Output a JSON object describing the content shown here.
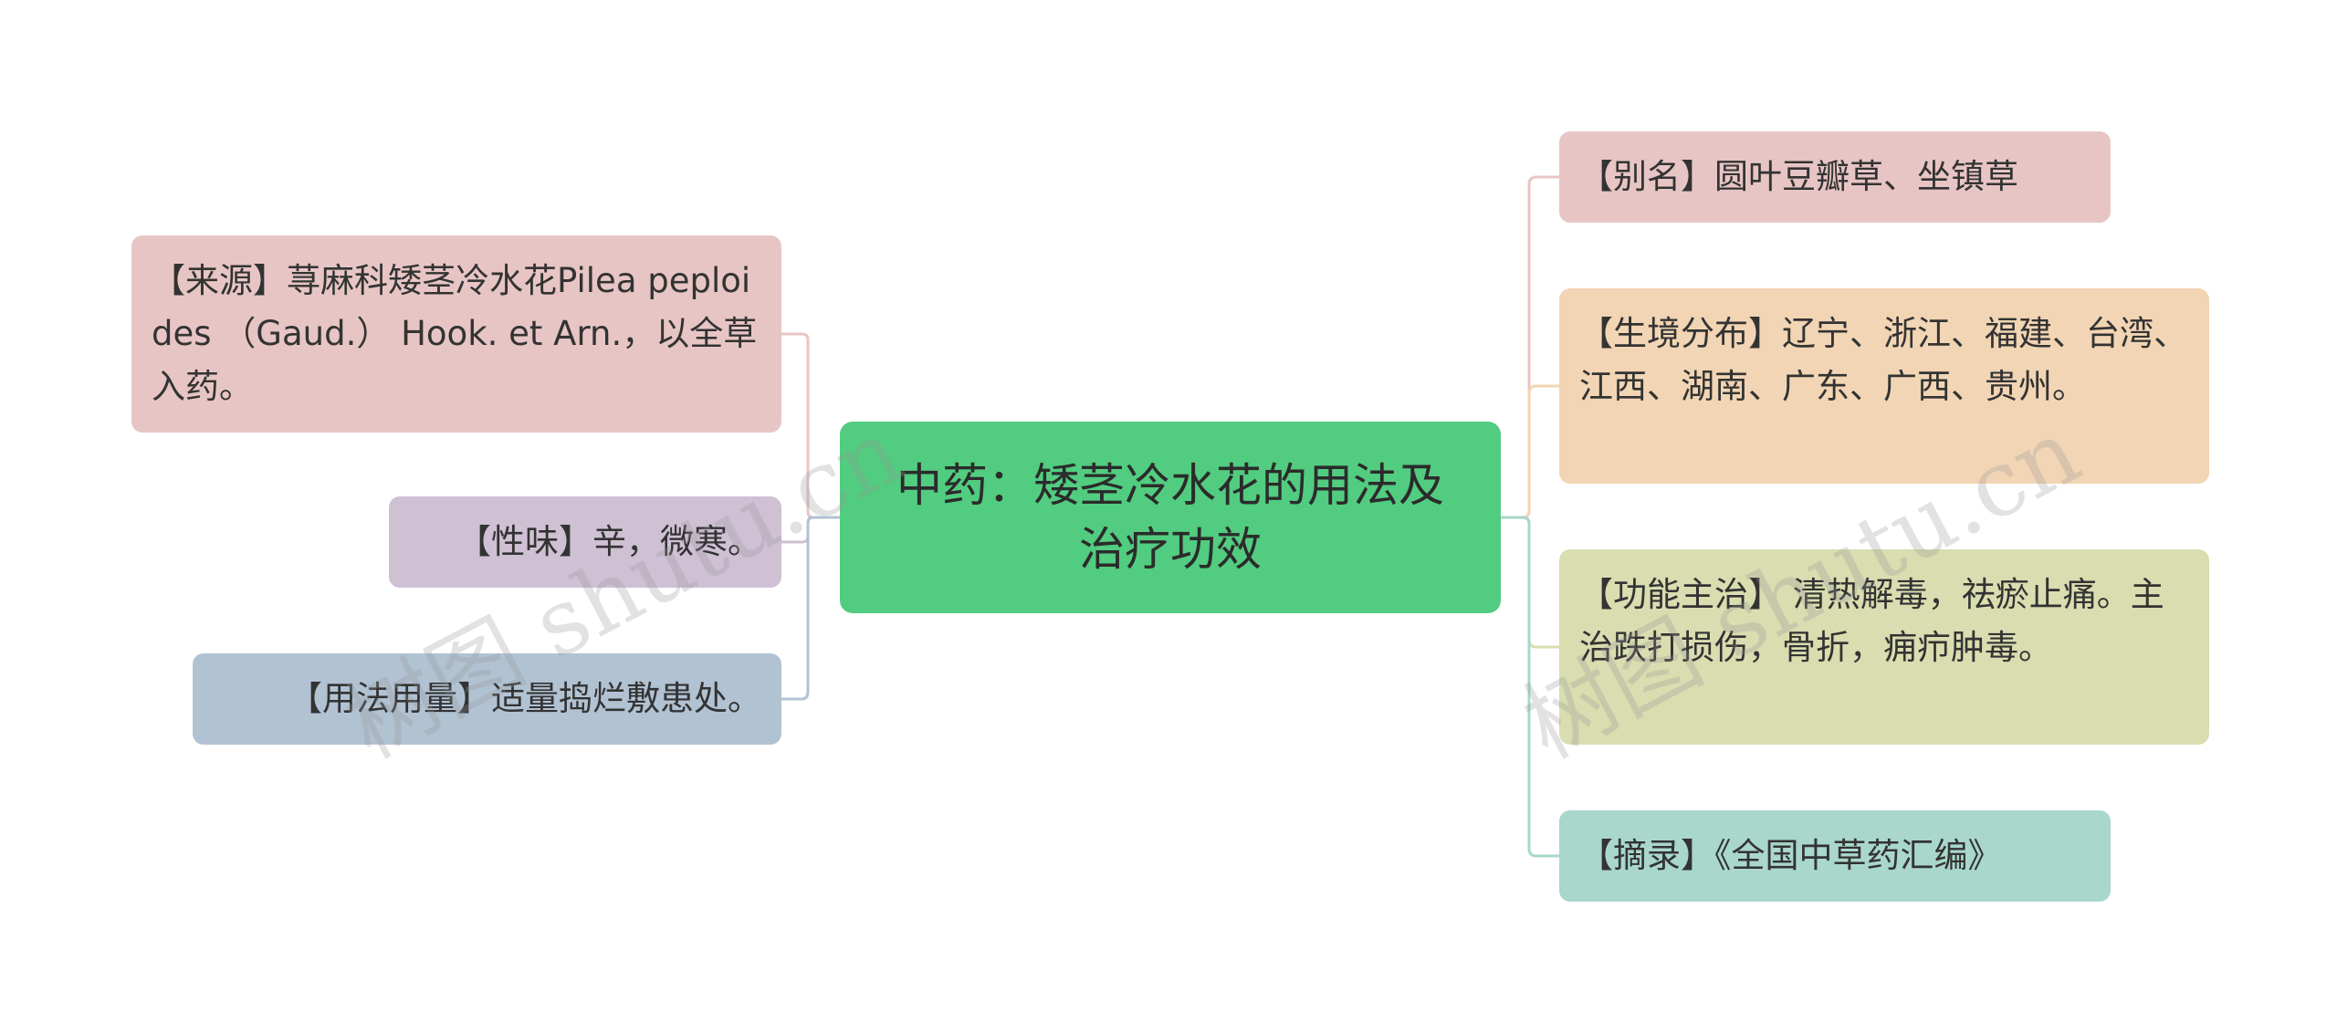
{
  "center": {
    "title": "中药：矮茎冷水花的用法及治疗功效"
  },
  "left_nodes": [
    {
      "id": "source",
      "text": "【来源】荨麻科矮茎冷水花Pilea peploides （Gaud.） Hook. et Arn.，以全草入药。",
      "color": "#e8c5c5"
    },
    {
      "id": "taste",
      "text": "【性味】辛，微寒。",
      "color": "#cfc0d4"
    },
    {
      "id": "usage",
      "text": "【用法用量】适量捣烂敷患处。",
      "color": "#b1c2d3"
    }
  ],
  "right_nodes": [
    {
      "id": "alias",
      "text": "【别名】圆叶豆瓣草、坐镇草",
      "color": "#e8c5c5"
    },
    {
      "id": "habitat",
      "text": "【生境分布】辽宁、浙江、福建、台湾、江西、湖南、广东、广西、贵州。",
      "color": "#f2d5b4"
    },
    {
      "id": "func",
      "text": "【功能主治】 清热解毒，祛瘀止痛。主治跌打损伤，骨折，痈疖肿毒。",
      "color": "#d9ddb0"
    },
    {
      "id": "ref",
      "text": "【摘录】《全国中草药汇编》",
      "color": "#a9d7cb"
    }
  ],
  "watermark": "树图 shutu.cn"
}
